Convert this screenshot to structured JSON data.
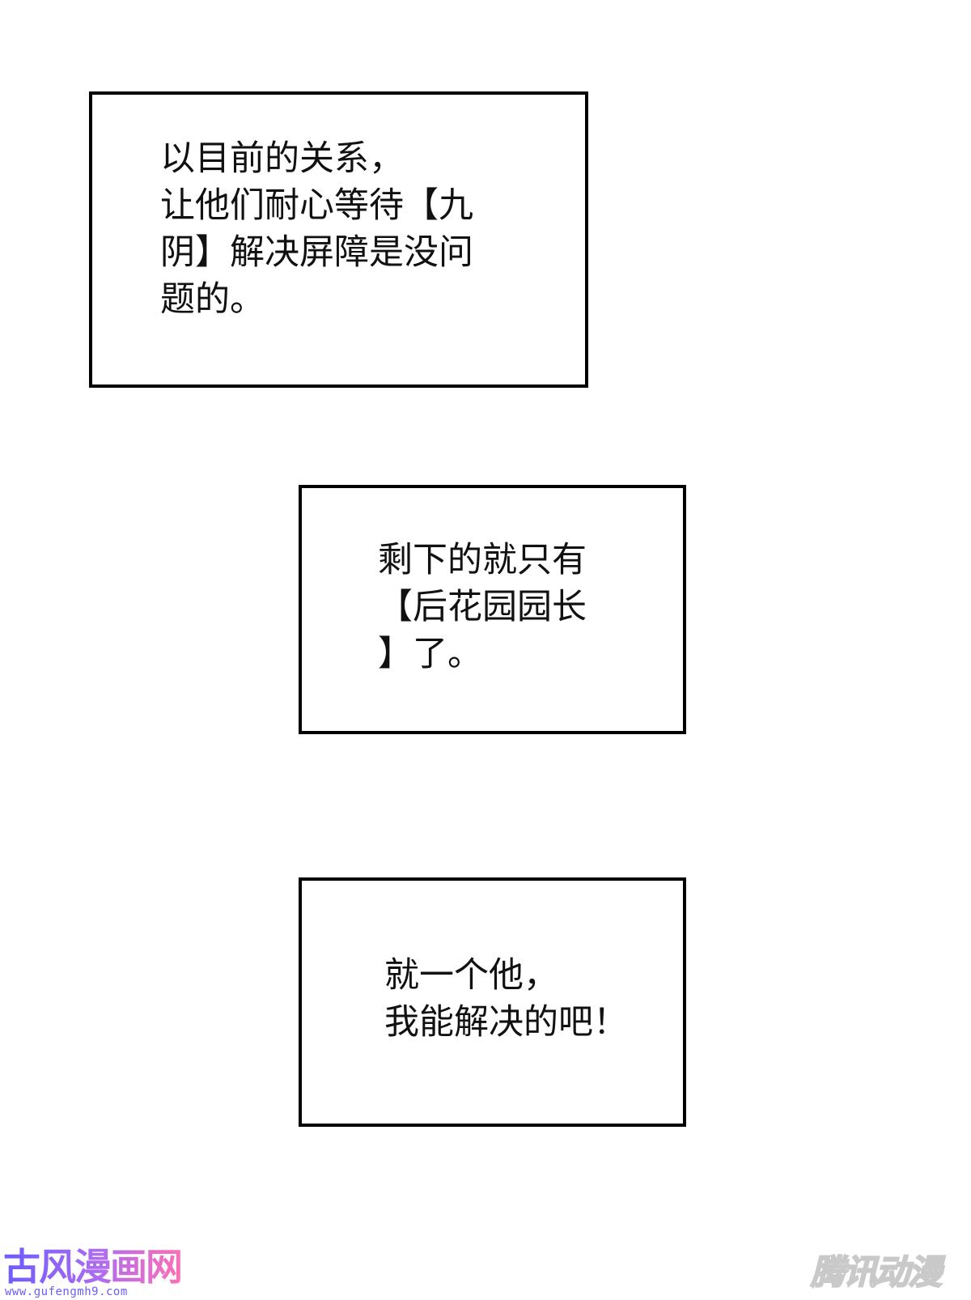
{
  "captions": [
    {
      "lines": [
        "以目前的关系，",
        "让他们耐心等待【九",
        "阴】解决屏障是没问",
        "题的。"
      ]
    },
    {
      "lines": [
        "剩下的就只有",
        "【后花园园长",
        "】了。"
      ]
    },
    {
      "lines": [
        "就一个他，",
        "我能解决的吧！"
      ]
    }
  ],
  "watermarks": {
    "left_logo": "古风漫画网",
    "left_url": "www.gufengmh9.com",
    "right_logo": "腾讯动漫"
  },
  "colors": {
    "background": "#ffffff",
    "box_border": "#000000",
    "text": "#111111",
    "watermark_left_start": "#6a5cff",
    "watermark_left_end": "#ff6fb5",
    "watermark_right_outline": "#c9c9c9"
  }
}
